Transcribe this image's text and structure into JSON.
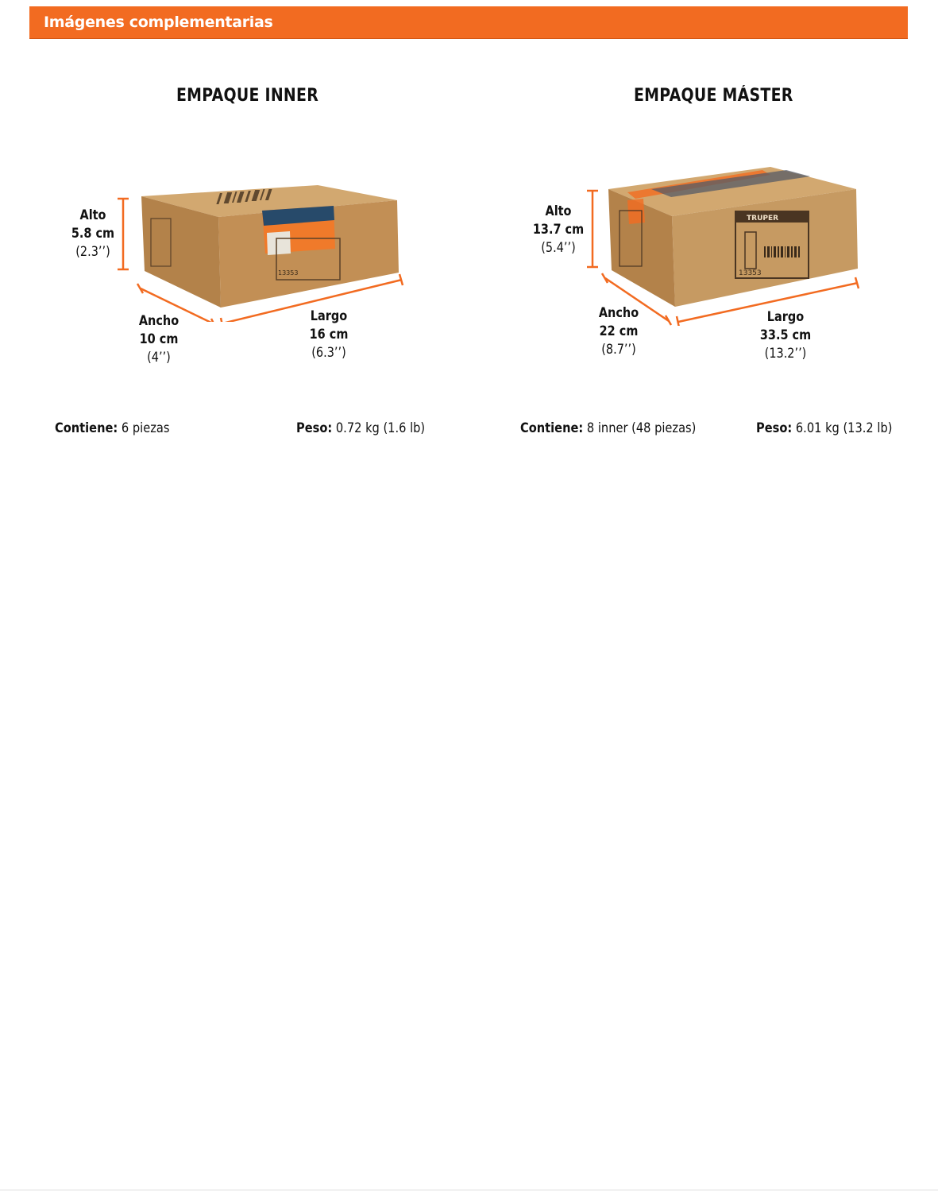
{
  "header": {
    "title": "Imágenes complementarias"
  },
  "inner": {
    "title": "EMPAQUE INNER",
    "alto": {
      "label": "Alto",
      "value": "5.8 cm",
      "inch": "(2.3’’)"
    },
    "ancho": {
      "label": "Ancho",
      "value": "10 cm",
      "inch": "(4’’)"
    },
    "largo": {
      "label": "Largo",
      "value": "16 cm",
      "inch": "(6.3’’)"
    },
    "contiene_label": "Contiene:",
    "contiene_value": "6 piezas",
    "peso_label": "Peso:",
    "peso_value": "0.72 kg (1.6 lb)",
    "box_code": "13353"
  },
  "master": {
    "title": "EMPAQUE MÁSTER",
    "alto": {
      "label": "Alto",
      "value": "13.7 cm",
      "inch": "(5.4’’)"
    },
    "ancho": {
      "label": "Ancho",
      "value": "22 cm",
      "inch": "(8.7’’)"
    },
    "largo": {
      "label": "Largo",
      "value": "33.5 cm",
      "inch": "(13.2’’)"
    },
    "contiene_label": "Contiene:",
    "contiene_value": "8 inner (48 piezas)",
    "peso_label": "Peso:",
    "peso_value": "6.01 kg (13.2 lb)",
    "box_code": "13353",
    "brand": "TRUPER"
  },
  "colors": {
    "accent": "#f26b21",
    "cardboard": "#c69a62"
  }
}
